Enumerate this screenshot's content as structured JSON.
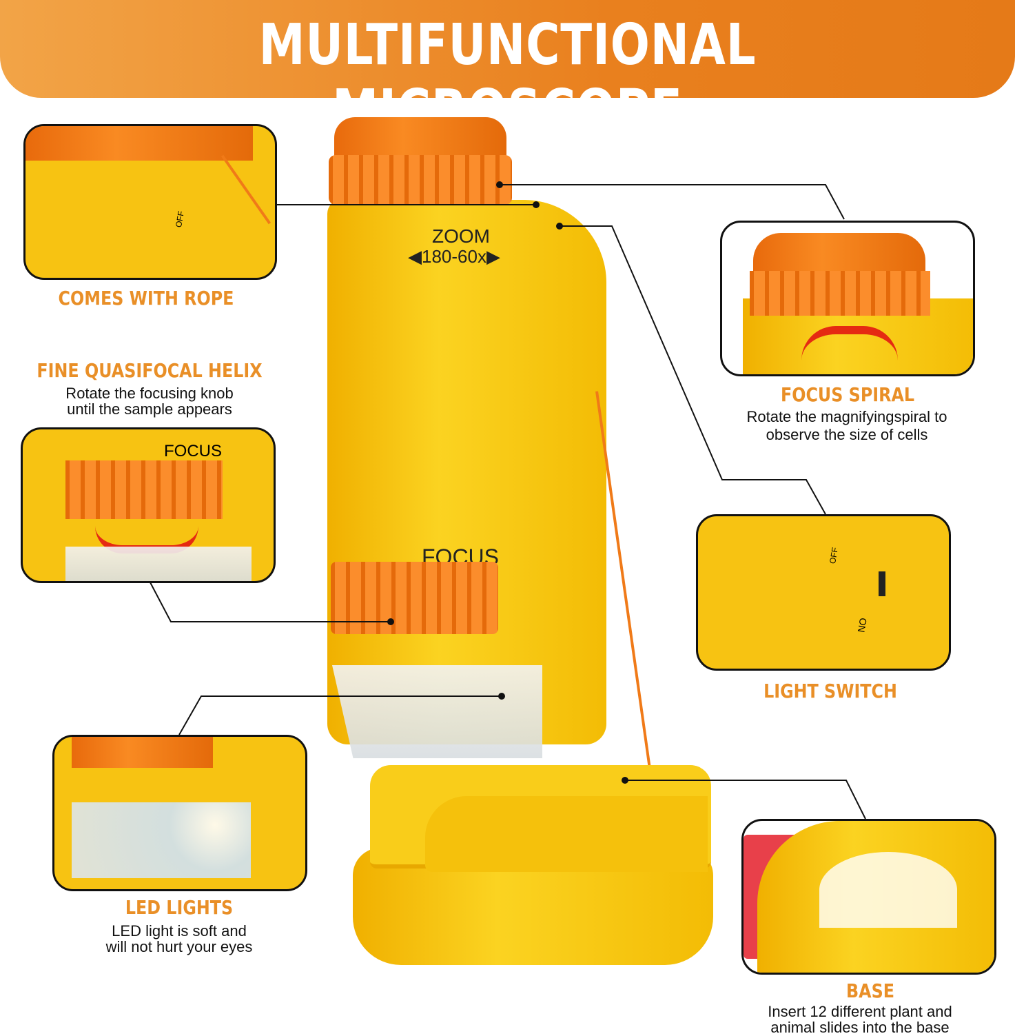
{
  "header": {
    "title": "MULTIFUNCTIONAL MICROSCOPE"
  },
  "colors": {
    "header_orange": "#e9801e",
    "label_orange": "#e98f27",
    "body_yellow": "#f7c312",
    "knob_orange": "#f57c17"
  },
  "microscope": {
    "zoom_label": "ZOOM",
    "zoom_range": "◀180-60x▶",
    "focus_label": "FOCUS",
    "switch_off": "OFF",
    "switch_on": "ON"
  },
  "features": [
    {
      "title": "COMES WITH ROPE",
      "desc": []
    },
    {
      "title": "FINE QUASIFOCAL HELIX",
      "desc": [
        "Rotate the focusing knob",
        "until the sample appears"
      ]
    },
    {
      "title": "LED LIGHTS",
      "desc": [
        "LED light is soft and",
        "will not hurt your eyes"
      ]
    },
    {
      "title": "FOCUS SPIRAL",
      "desc": [
        "Rotate the magnifyingspiral to",
        "observe the size of cells"
      ]
    },
    {
      "title": "LIGHT SWITCH",
      "desc": []
    },
    {
      "title": "BASE",
      "desc": [
        "Insert 12 different plant and",
        "animal slides into the base"
      ]
    }
  ]
}
